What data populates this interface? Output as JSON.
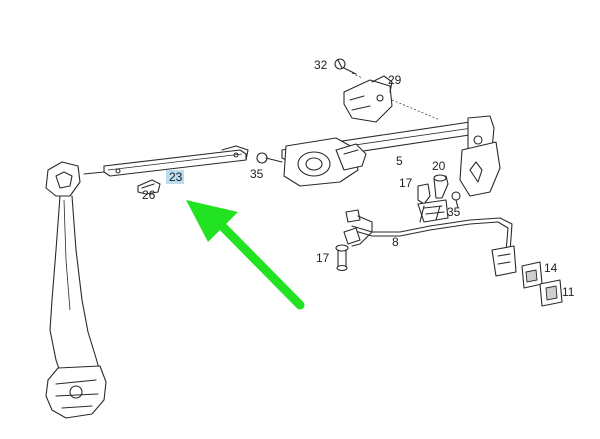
{
  "callouts": {
    "c32": "32",
    "c29": "29",
    "c5": "5",
    "c35a": "35",
    "c20": "20",
    "c17a": "17",
    "c35b": "35",
    "c26": "26",
    "c23": "23",
    "c8": "8",
    "c17b": "17",
    "c14": "14",
    "c11": "11"
  },
  "highlight": {
    "color": "#b9dcef",
    "callout": "23"
  },
  "arrow": {
    "color": "#22e322"
  }
}
